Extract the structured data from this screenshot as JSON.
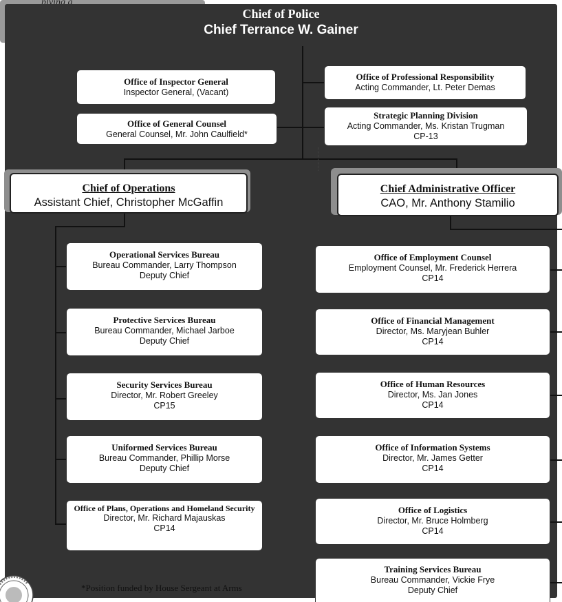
{
  "top_note": "plying g",
  "chief": {
    "title": "Chief of Police",
    "name": "Chief Terrance W. Gainer"
  },
  "staff_left": [
    {
      "title": "Office of Inspector General",
      "lines": [
        "Inspector General, (Vacant)"
      ]
    },
    {
      "title": "Office of General Counsel",
      "lines": [
        "General Counsel, Mr. John Caulfield*"
      ]
    }
  ],
  "staff_right": [
    {
      "title": "Office of Professional Responsibility",
      "lines": [
        "Acting Commander, Lt. Peter Demas"
      ]
    },
    {
      "title": "Strategic Planning Division",
      "lines": [
        "Acting Commander, Ms. Kristan Trugman",
        "CP-13"
      ]
    }
  ],
  "operations": {
    "title": "Chief of Operations",
    "name": "Assistant Chief, Christopher McGaffin",
    "units": [
      {
        "title": "Operational Services Bureau",
        "lines": [
          "Bureau Commander, Larry Thompson",
          "Deputy Chief"
        ]
      },
      {
        "title": "Protective Services Bureau",
        "lines": [
          "Bureau Commander, Michael Jarboe",
          "Deputy Chief"
        ]
      },
      {
        "title": "Security Services Bureau",
        "lines": [
          "Director, Mr. Robert Greeley",
          "CP15"
        ]
      },
      {
        "title": "Uniformed Services Bureau",
        "lines": [
          "Bureau Commander, Phillip Morse",
          "Deputy Chief"
        ]
      },
      {
        "title": "Office of Plans, Operations and Homeland Security",
        "lines": [
          "Director, Mr. Richard Majauskas",
          "CP14"
        ]
      }
    ]
  },
  "administration": {
    "title": "Chief Administrative Officer",
    "name": "CAO, Mr. Anthony Stamilio",
    "units": [
      {
        "title": "Office of Employment Counsel",
        "lines": [
          "Employment Counsel, Mr. Frederick Herrera",
          "CP14"
        ]
      },
      {
        "title": "Office of Financial Management",
        "lines": [
          "Director, Ms. Maryjean Buhler",
          "CP14"
        ]
      },
      {
        "title": "Office of Human Resources",
        "lines": [
          "Director, Ms. Jan Jones",
          "CP14"
        ]
      },
      {
        "title": "Office of Information Systems",
        "lines": [
          "Director, Mr. James Getter",
          "CP14"
        ]
      },
      {
        "title": "Office of Logistics",
        "lines": [
          "Director, Mr. Bruce Holmberg",
          "CP14"
        ]
      },
      {
        "title": "Training Services Bureau",
        "lines": [
          "Bureau Commander, Vickie Frye",
          "Deputy Chief"
        ]
      }
    ]
  },
  "footnote": "*Position funded by House Sergeant at Arms",
  "colors": {
    "chief_fill": "#333333",
    "chief_frame": "#9a9a9a",
    "shadow": "#8e8e8e"
  },
  "icons": {
    "seal": "us-capitol-police-seal"
  }
}
